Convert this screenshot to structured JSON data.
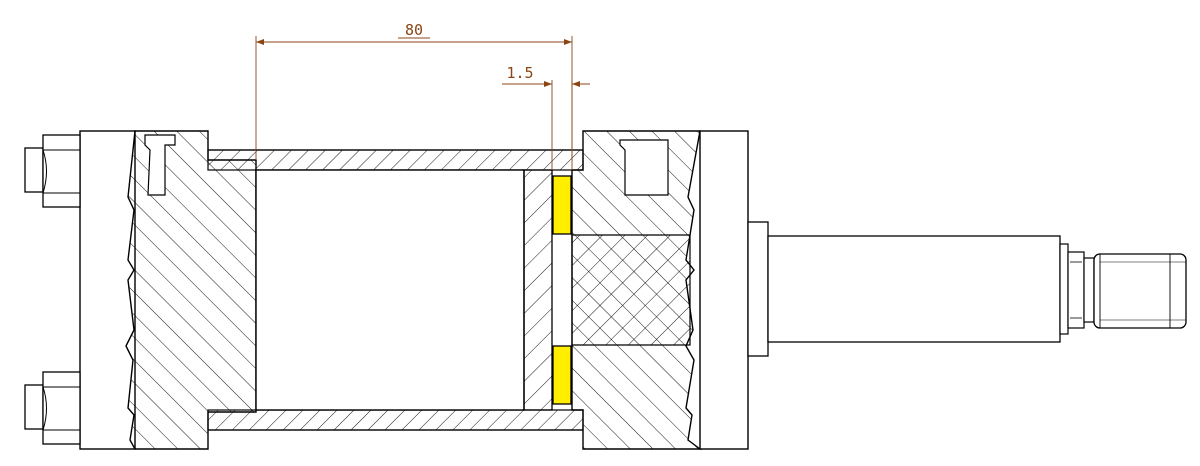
{
  "drawing": {
    "dimensions": [
      {
        "id": "length",
        "value": "80"
      },
      {
        "id": "gap",
        "value": "1.5"
      }
    ],
    "colors": {
      "outline": "#000000",
      "hatch": "#000000",
      "dimension": "#8b4513",
      "seal_fill": "#ffee00",
      "background": "#ffffff"
    }
  }
}
